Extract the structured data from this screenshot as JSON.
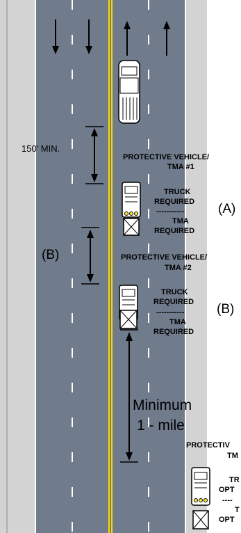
{
  "colors": {
    "shoulder": "#d3d3d3",
    "pavement": "#707b8c",
    "lane_marking": "#ffffff",
    "center_line": "#ffd700",
    "vehicle": "#ffffff",
    "light": "#ffeb3b"
  },
  "labels": {
    "spacing_min": "150' MIN.",
    "spacing_b": "(B)",
    "pv1_title_line1": "PROTECTIVE VEHICLE/",
    "pv1_title_line2": "TMA #1",
    "pv1_truck": "TRUCK",
    "pv1_truck_req": "REQUIRED",
    "pv1_dash": "-----------",
    "pv1_tma": "TMA",
    "pv1_tma_req": "REQUIRED",
    "pv1_marker": "(A)",
    "pv2_title_line1": "PROTECTIVE VEHICLE/",
    "pv2_title_line2": "TMA #2",
    "pv2_truck": "TRUCK",
    "pv2_truck_req": "REQUIRED",
    "pv2_dash": "-----------",
    "pv2_tma": "TMA",
    "pv2_tma_req": "REQUIRED",
    "pv2_marker": "(B)",
    "min_line1": "Minimum",
    "min_line2": "1 - mile",
    "pv3_title_line1": "PROTECTIV",
    "pv3_title_line2": "TM",
    "pv3_truck": "TR",
    "pv3_opt1": "OPT",
    "pv3_dash": "----",
    "pv3_tma": "T",
    "pv3_opt2": "OPT"
  }
}
